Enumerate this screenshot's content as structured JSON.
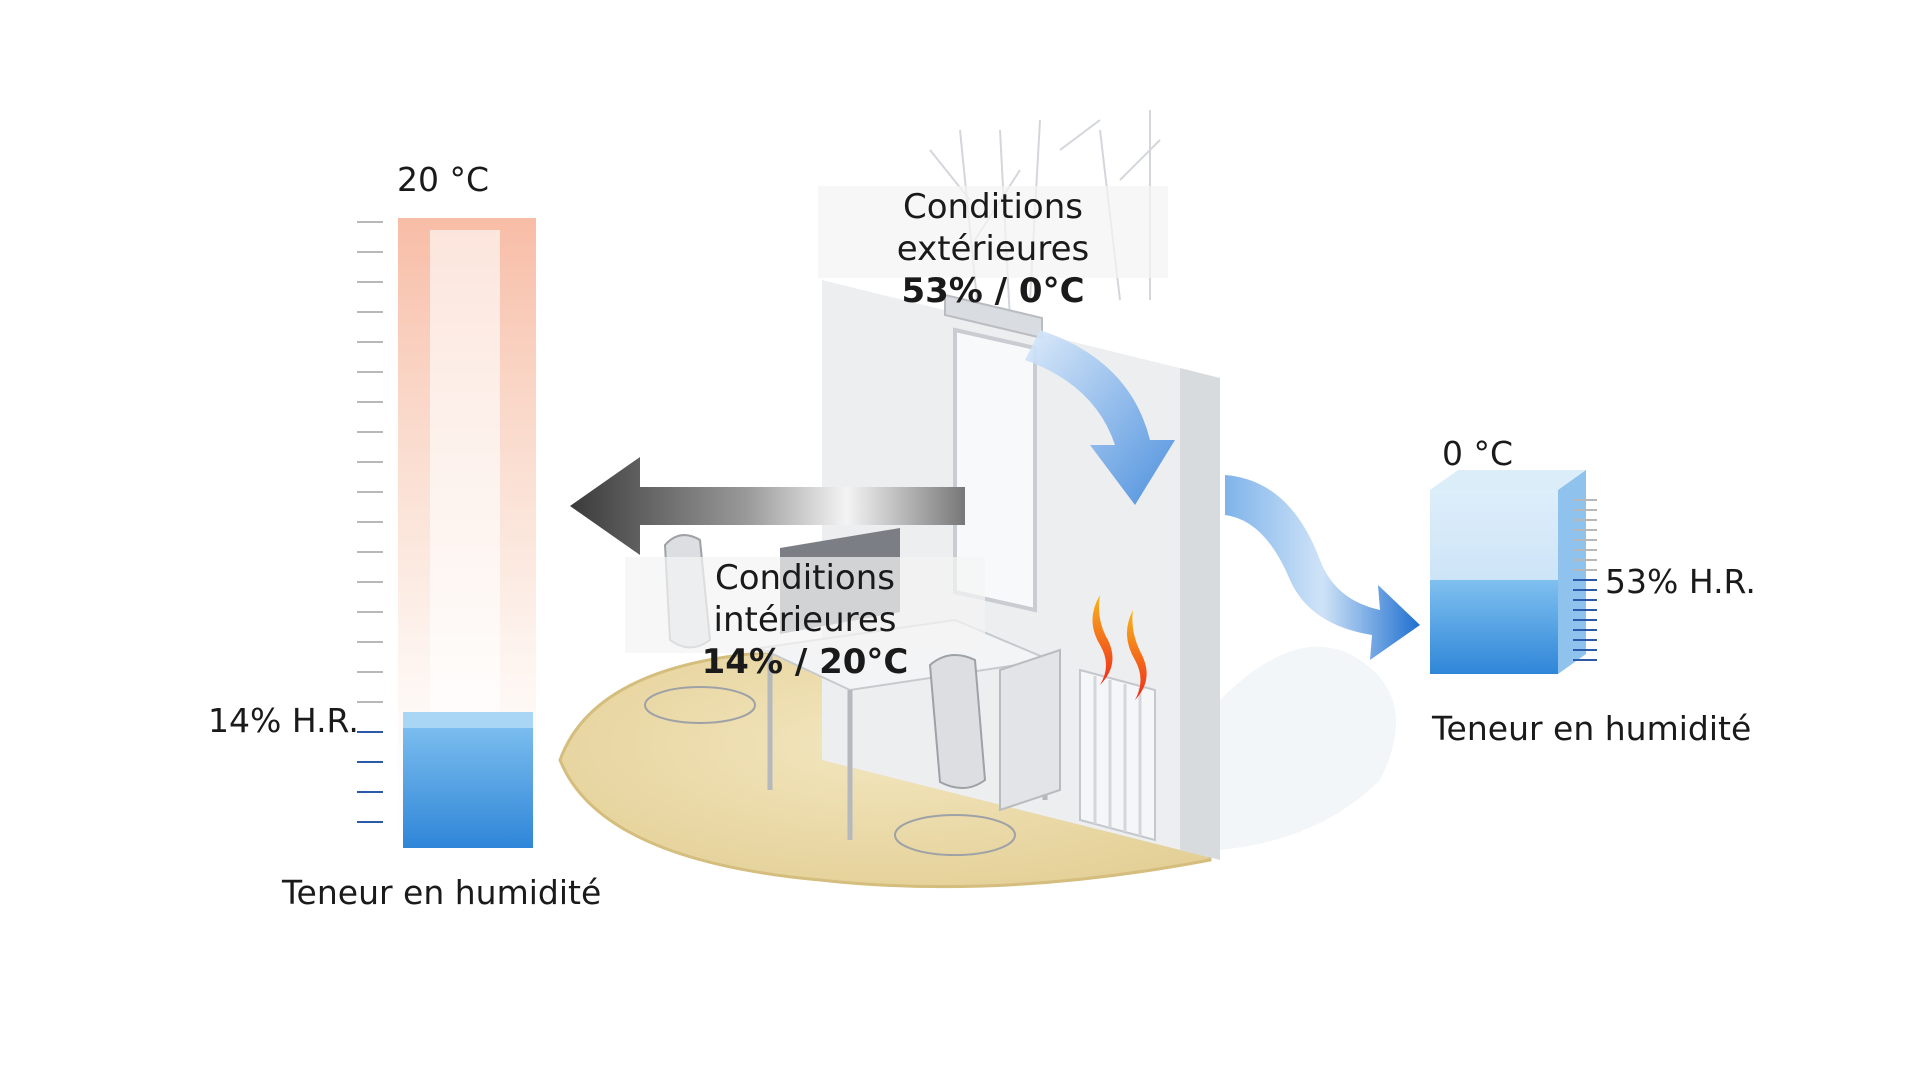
{
  "left_column": {
    "temperature": "20 °C",
    "relative_humidity": "14% H.R.",
    "caption": "Teneur en humidité",
    "humidity_fill": 0.14
  },
  "right_column": {
    "temperature": "0 °C",
    "relative_humidity": "53% H.R.",
    "caption": "Teneur en humidité",
    "humidity_fill": 0.53
  },
  "outdoor_conditions": {
    "title": "Conditions extérieures",
    "value": "53% / 0°C"
  },
  "indoor_conditions": {
    "title": "Conditions intérieures",
    "value": "14% / 20°C"
  },
  "colors": {
    "warm": "#f7b9a1",
    "water": "#3f97e0",
    "cold_arrow": "#5b9fe3",
    "floor": "#ead9a7",
    "tick_blue": "#2c5aa8",
    "tick_grey": "#b8b8b8",
    "flame": "#f2562a"
  }
}
